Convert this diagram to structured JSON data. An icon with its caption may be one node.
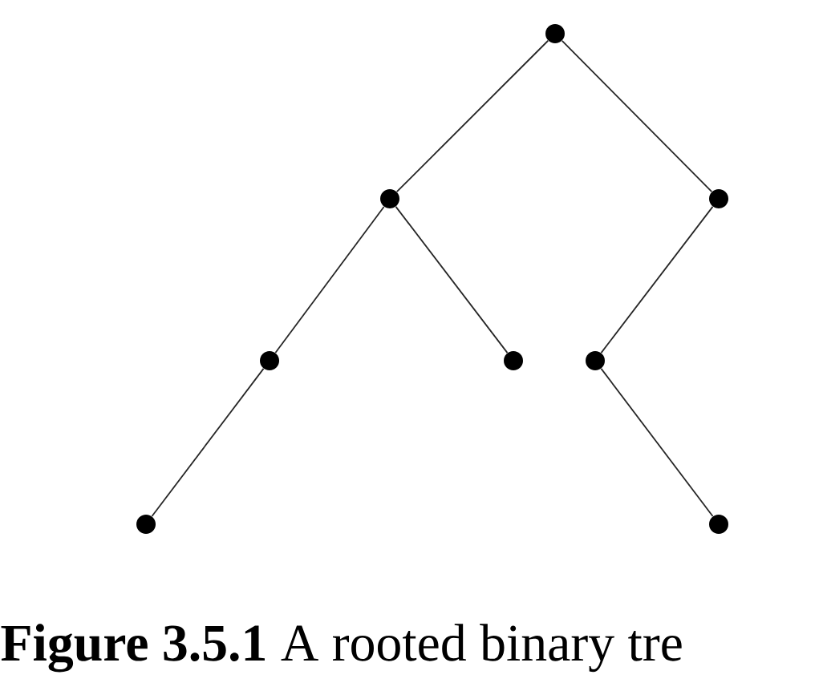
{
  "diagram": {
    "caption": "**Figure 3.5.1** A rooted binary tre",
    "nodes": [
      {
        "text": [],
        "shape": "circle"
      },
      {
        "text": [],
        "shape": "circle"
      },
      {
        "text": [],
        "shape": "circle"
      },
      {
        "text": [],
        "shape": "circle"
      },
      {
        "text": [],
        "shape": "circle"
      },
      {
        "text": [],
        "shape": "circle"
      },
      {
        "text": [],
        "shape": "circle"
      },
      {
        "text": [],
        "shape": "circle"
      }
    ],
    "edges": [
      {
        "from": 0,
        "to": 1,
        "arrow": "none"
      },
      {
        "from": 0,
        "to": 2,
        "arrow": "none"
      },
      {
        "from": 1,
        "to": 3,
        "arrow": "none"
      },
      {
        "from": 1,
        "to": 4,
        "arrow": "none"
      },
      {
        "from": 2,
        "to": 5,
        "arrow": "none"
      },
      {
        "from": 3,
        "to": 6,
        "arrow": "none"
      },
      {
        "from": 5,
        "to": 7,
        "arrow": "none"
      }
    ]
  }
}
